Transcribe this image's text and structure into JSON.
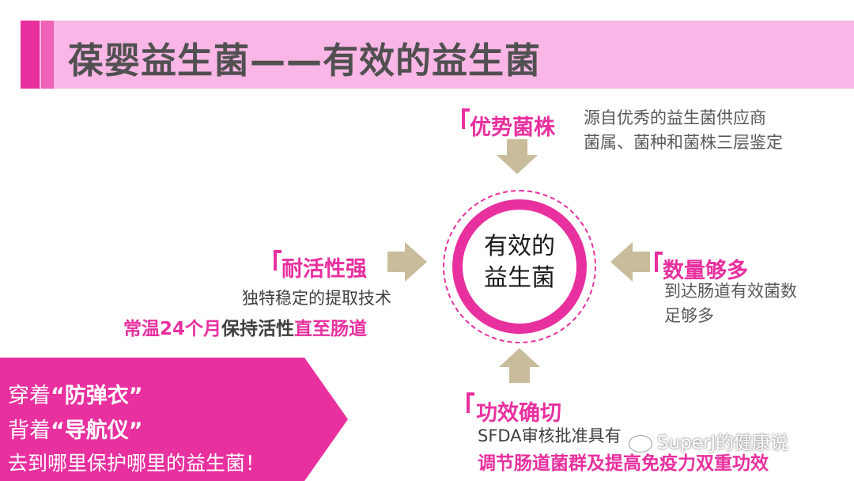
{
  "title": "葆婴益生菌——有效的益生菌",
  "center": {
    "line1": "有效的",
    "line2": "益生菌"
  },
  "top": {
    "heading": "优势菌株",
    "lines": [
      "源自优秀的益生菌供应商",
      "菌属、菌种和菌株三层鉴定"
    ]
  },
  "left": {
    "heading": "耐活性强",
    "line1": "独特稳定的提取技术",
    "line2_a": "常温24个月",
    "line2_b": "保持活性",
    "line2_c": "直至肠道"
  },
  "right": {
    "heading": "数量够多",
    "lines": [
      "到达肠道有效菌数",
      "足够多"
    ]
  },
  "bottom": {
    "heading": "功效确切",
    "line1": "SFDA审核批准具有",
    "line2": "调节肠道菌群及提高免疫力双重功效"
  },
  "banner": {
    "line1_a": "穿着",
    "line1_b": "“防弹衣”",
    "line2_a": "背着",
    "line2_b": "“导航仪”",
    "line3": "去到哪里保护哪里的益生菌！"
  },
  "watermark": "SuperJ的健康说",
  "colors": {
    "accent": "#e8309f",
    "title_bg": "#f9b6e6",
    "arrow": "#c8bc9a",
    "text_gray": "#595959"
  }
}
